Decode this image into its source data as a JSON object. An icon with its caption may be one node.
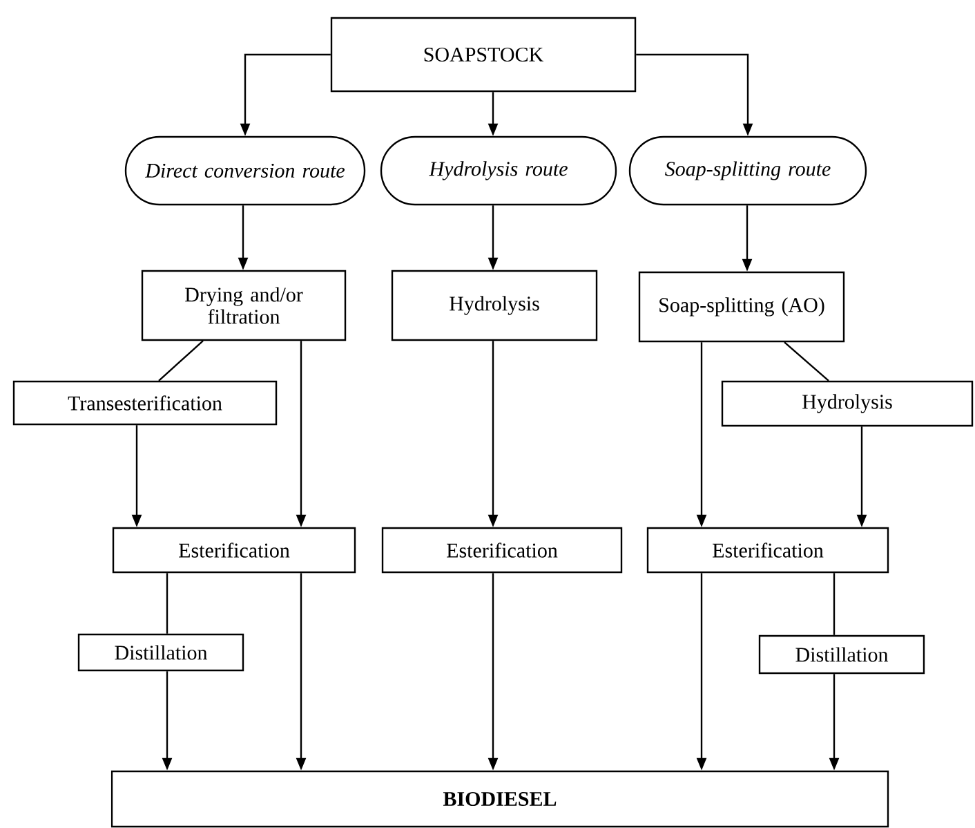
{
  "diagram": {
    "nodes": [
      {
        "text": [
          "SOAPSTOCK"
        ]
      },
      {
        "text": [
          "Direct conversion route"
        ]
      },
      {
        "text": [
          "Hydrolysis route"
        ]
      },
      {
        "text": [
          "Soap-splitting route"
        ]
      },
      {
        "text": [
          "Drying and/or filtration"
        ]
      },
      {
        "text": [
          "Hydrolysis"
        ]
      },
      {
        "text": [
          "Soap-splitting (AO)"
        ]
      },
      {
        "text": [
          "Transesterification"
        ]
      },
      {
        "text": [
          "Hydrolysis"
        ]
      },
      {
        "text": [
          "Esterification"
        ]
      },
      {
        "text": [
          "Esterification"
        ]
      },
      {
        "text": [
          "Esterification"
        ]
      },
      {
        "text": [
          "Distillation"
        ]
      },
      {
        "text": [
          "Distillation"
        ]
      },
      {
        "text": [
          "BIODIESEL"
        ]
      }
    ],
    "edges": [
      {
        "from": 0,
        "to": 1,
        "arrow": "to"
      },
      {
        "from": 0,
        "to": 2,
        "arrow": "to"
      },
      {
        "from": 0,
        "to": 3,
        "arrow": "to"
      },
      {
        "from": 1,
        "to": 4,
        "arrow": "to"
      },
      {
        "from": 2,
        "to": 5,
        "arrow": "to"
      },
      {
        "from": 3,
        "to": 6,
        "arrow": "to"
      },
      {
        "from": 4,
        "to": 7,
        "arrow": "none"
      },
      {
        "from": 4,
        "to": 9,
        "arrow": "to"
      },
      {
        "from": 7,
        "to": 9,
        "arrow": "to"
      },
      {
        "from": 5,
        "to": 10,
        "arrow": "to"
      },
      {
        "from": 6,
        "to": 11,
        "arrow": "to"
      },
      {
        "from": 6,
        "to": 8,
        "arrow": "none"
      },
      {
        "from": 8,
        "to": 11,
        "arrow": "to"
      },
      {
        "from": 9,
        "to": 12,
        "arrow": "none"
      },
      {
        "from": 12,
        "to": 14,
        "arrow": "to"
      },
      {
        "from": 9,
        "to": 14,
        "arrow": "to"
      },
      {
        "from": 10,
        "to": 14,
        "arrow": "to"
      },
      {
        "from": 11,
        "to": 14,
        "arrow": "to"
      },
      {
        "from": 11,
        "to": 13,
        "arrow": "none"
      },
      {
        "from": 13,
        "to": 14,
        "arrow": "to"
      }
    ]
  }
}
